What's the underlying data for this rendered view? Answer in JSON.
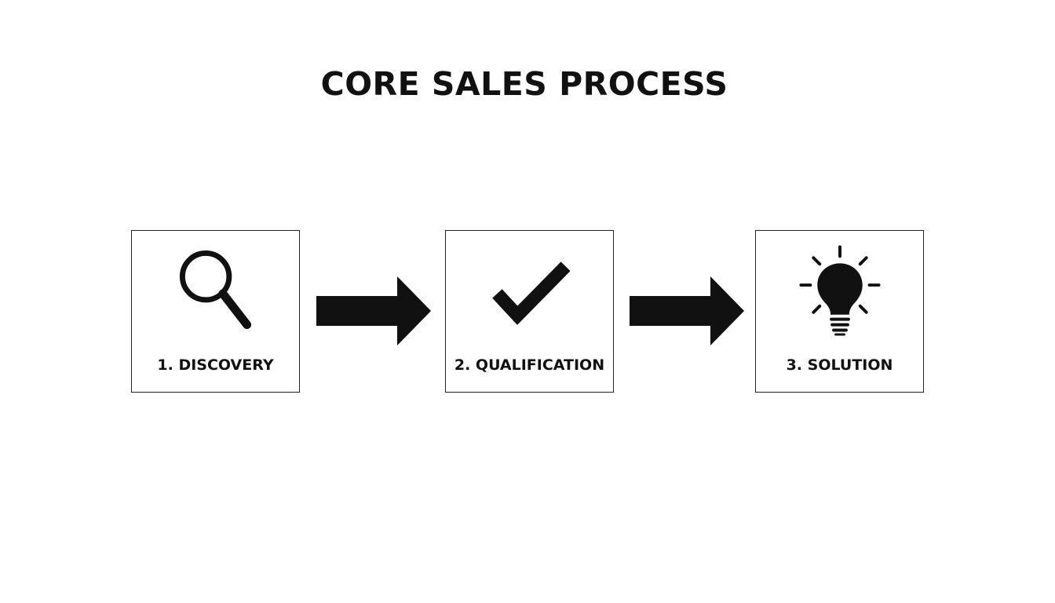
{
  "title": "CORE SALES PROCESS",
  "steps": [
    {
      "label": "1. DISCOVERY",
      "icon": "magnifying-glass-icon"
    },
    {
      "label": "2. QUALIFICATION",
      "icon": "checkmark-icon"
    },
    {
      "label": "3. SOLUTION",
      "icon": "lightbulb-icon"
    }
  ],
  "colors": {
    "foreground": "#111111",
    "background": "#ffffff"
  }
}
